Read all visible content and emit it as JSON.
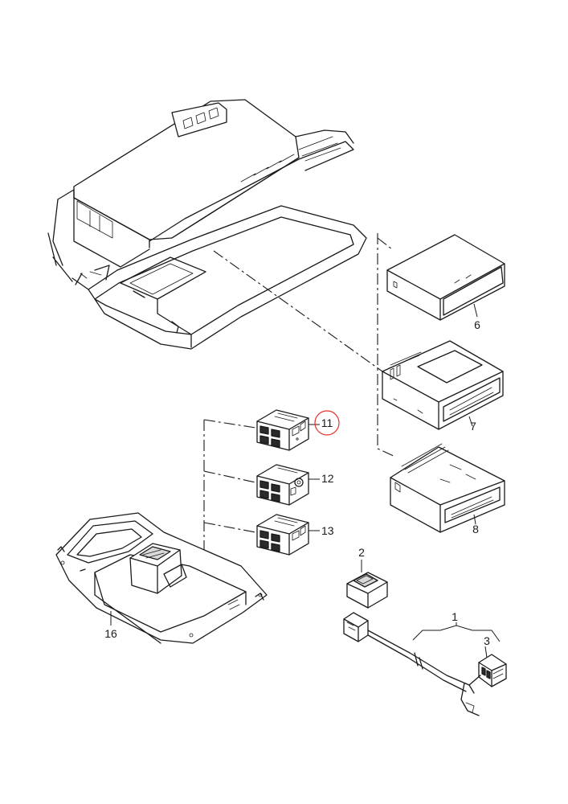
{
  "callouts": {
    "c1": "1",
    "c2": "2",
    "c3": "3",
    "c6": "6",
    "c7": "7",
    "c8": "8",
    "c11": "11",
    "c12": "12",
    "c13": "13",
    "c16": "16"
  },
  "highlight": {
    "callout": "11",
    "color": "#e8302a"
  },
  "colors": {
    "line": "#1a1a1a",
    "background": "#ffffff"
  }
}
